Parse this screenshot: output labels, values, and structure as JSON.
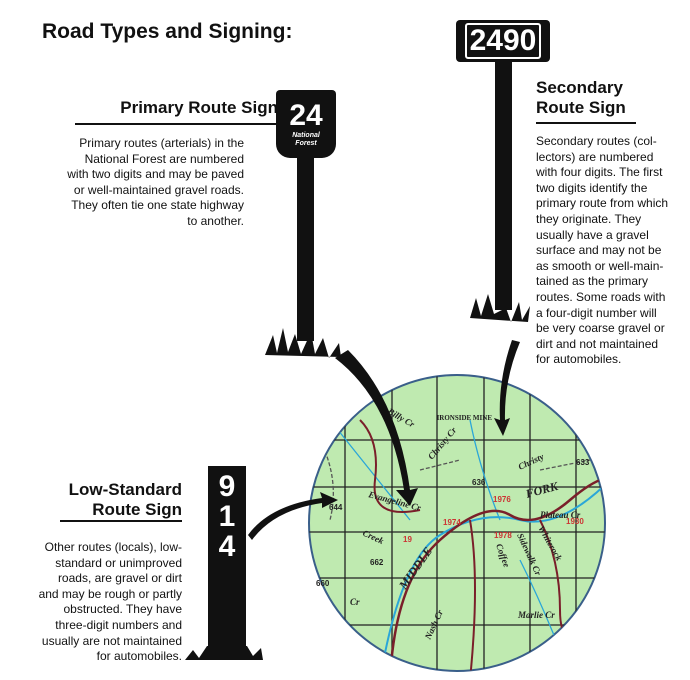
{
  "title": "Road Types and Signing:",
  "primary": {
    "heading": "Primary Route Sign",
    "sign_number": "24",
    "sign_caption_1": "National",
    "sign_caption_2": "Forest",
    "text": [
      "Primary routes (arterials) in the",
      "National Forest are numbered",
      "with two digits and may be paved",
      "or well-maintained gravel roads.",
      "They often tie one state highway",
      "to another."
    ]
  },
  "secondary": {
    "heading_1": "Secondary",
    "heading_2": "Route Sign",
    "sign_number": "2490",
    "text": [
      "Secondary routes (col-",
      "lectors) are numbered",
      "with four digits.  The first",
      "two digits identify the",
      "primary route from which",
      "they originate.  They",
      "usually have a gravel",
      "surface and may not be",
      "as smooth or well-main-",
      "tained as the primary",
      "routes.  Some roads with",
      "a four-digit number will",
      "be very coarse gravel or",
      "dirt and not maintained",
      "for automobiles."
    ]
  },
  "low": {
    "heading_1": "Low-Standard",
    "heading_2": "Route Sign",
    "sign_digits": [
      "9",
      "1",
      "4"
    ],
    "text": [
      "Other routes (locals), low-",
      "standard or unimproved",
      "roads, are gravel or dirt",
      "and may be rough or partly",
      "obstructed.  They have",
      "three-digit numbers and",
      "usually are not maintained",
      "for automobiles."
    ]
  },
  "map": {
    "labels": [
      "MIDDLE",
      "FORK",
      "Evangeline Cr",
      "Christy Cr",
      "Christy",
      "Plateau Cr",
      "Creek",
      "Whiterock",
      "Sidewalk Cr",
      "Coffee",
      "Nash Cr",
      "Marlie Cr",
      "Billy Cr",
      "IRONSIDE MINE",
      "Cr"
    ],
    "route_numbers": [
      "19",
      "1976",
      "644",
      "662",
      "660",
      "633",
      "636",
      "1974",
      "1978",
      "1930"
    ],
    "colors": {
      "land": "#bfeab0",
      "grid": "#222",
      "stream": "#2aa6d8",
      "road": "#7a1f2a"
    }
  }
}
